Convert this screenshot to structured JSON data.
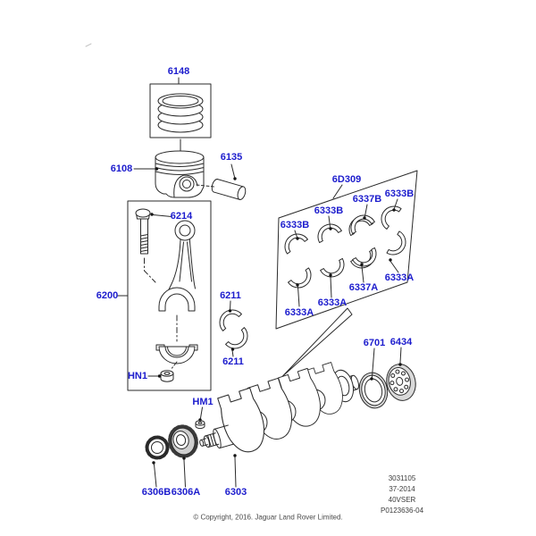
{
  "colors": {
    "callout_blue": "#1c1ccd",
    "line_art": "#2a2a2a"
  },
  "callouts": {
    "rings": "6148",
    "piston": "6108",
    "pin": "6135",
    "bolt": "6214",
    "rod": "6200",
    "rod_bearing_upper": "6211",
    "rod_bearing_lower": "6211",
    "nut_hn1": "HN1",
    "nut_hm1": "HM1",
    "bearing_kit": "6D309",
    "b1": "6333B",
    "b2": "6333B",
    "b3": "6337B",
    "b4": "6333B",
    "a1": "6333A",
    "a2": "6333A",
    "a3": "6337A",
    "a4": "6333A",
    "seal": "6701",
    "adapter": "6434",
    "reluctor": "6306B",
    "sprocket": "6306A",
    "crankshaft": "6303"
  },
  "plate": {
    "line1": "3031105",
    "line2": "37-2014",
    "line3": "40VSER",
    "line4": "P0123636-04"
  },
  "footer": {
    "copyright": "© Copyright, 2016. Jaguar Land Rover Limited."
  }
}
